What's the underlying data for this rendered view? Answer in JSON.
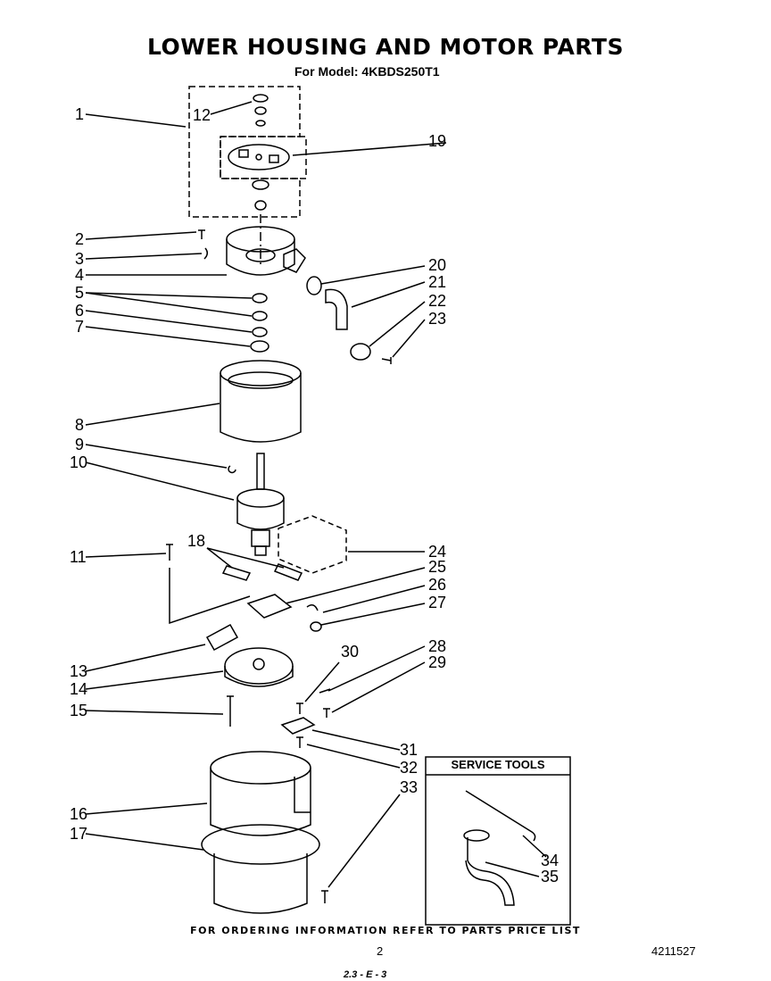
{
  "header": {
    "title": "LOWER HOUSING AND MOTOR PARTS",
    "model_line": "For Model: 4KBDS250T1"
  },
  "callouts": [
    "1",
    "2",
    "3",
    "4",
    "5",
    "6",
    "7",
    "8",
    "9",
    "10",
    "11",
    "12",
    "13",
    "14",
    "15",
    "16",
    "17",
    "18",
    "19",
    "20",
    "21",
    "22",
    "23",
    "24",
    "25",
    "26",
    "27",
    "28",
    "29",
    "30",
    "31",
    "32",
    "33",
    "34",
    "35"
  ],
  "service_tools": {
    "title": "SERVICE TOOLS"
  },
  "footer": {
    "ordering_note": "FOR ORDERING INFORMATION REFER TO PARTS PRICE LIST",
    "page_number": "2",
    "document_number": "4211527",
    "handwritten": "2.3 - E - 3"
  }
}
